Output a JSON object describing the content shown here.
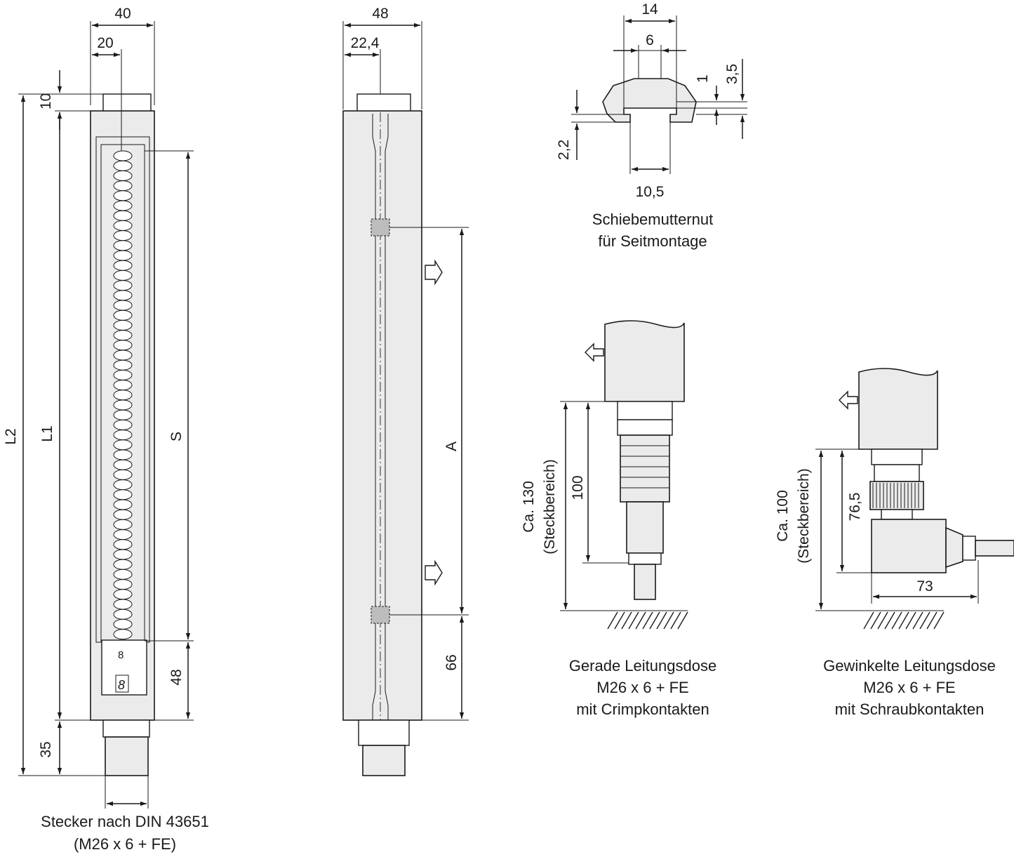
{
  "dims": {
    "d40": "40",
    "d20": "20",
    "d10": "10",
    "dL2": "L2",
    "dL1": "L1",
    "dS": "S",
    "d48a": "48",
    "d35": "35",
    "d48b": "48",
    "d22_4": "22,4",
    "dA": "A",
    "d66": "66",
    "d14": "14",
    "d6": "6",
    "d1": "1",
    "d3_5": "3,5",
    "d2_2": "2,2",
    "d10_5": "10,5",
    "d130": "Ca. 130",
    "d130b": "(Steckbereich)",
    "d100": "100",
    "d100ca": "Ca. 100",
    "d100cb": "(Steckbereich)",
    "d76_5": "76,5",
    "d73": "73"
  },
  "captions": {
    "connector_line1": "Stecker nach DIN 43651",
    "connector_line2": "(M26 x 6 + FE)",
    "groove_line1": "Schiebemutternut",
    "groove_line2": "für Seitmontage",
    "straight_line1": "Gerade Leitungsdose",
    "straight_line2": "M26 x 6 + FE",
    "straight_line3": "mit Crimpkontakten",
    "angled_line1": "Gewinkelte Leitungsdose",
    "angled_line2": "M26 x 6 + FE",
    "angled_line3": "mit Schraubkontakten"
  },
  "display": {
    "digit": "8"
  }
}
